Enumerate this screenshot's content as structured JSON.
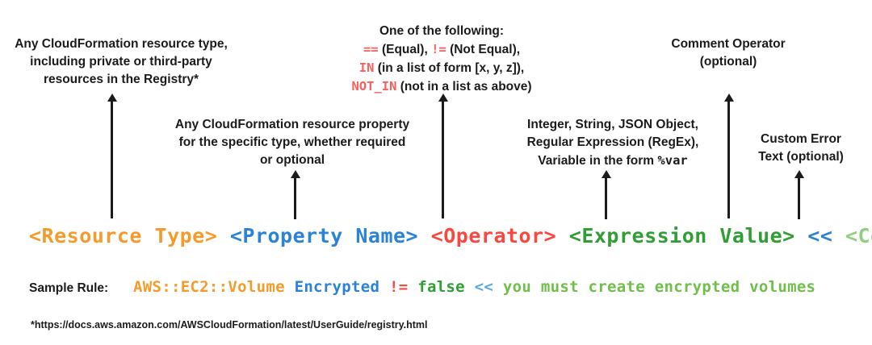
{
  "callouts": {
    "resource_type": {
      "lines": [
        "Any CloudFormation resource type,",
        "including private or third-party",
        "resources in the Registry*"
      ]
    },
    "property_name": {
      "lines": [
        "Any CloudFormation resource property",
        "for the specific type, whether required",
        "or optional"
      ]
    },
    "operator": {
      "heading": "One of the following:",
      "rows": [
        {
          "op": "==",
          "desc": "(Equal),",
          "op2": "!=",
          "desc2": "(Not Equal),"
        },
        {
          "op": "IN",
          "desc": "(in a list of form [x, y, z]),"
        },
        {
          "op": "NOT_IN",
          "desc": "(not in a list as above)"
        }
      ]
    },
    "expression_value": {
      "lines": [
        "Integer, String, JSON Object,",
        "Regular Expression (RegEx),"
      ],
      "line3_prefix": "Variable in the form ",
      "line3_mono": "%var"
    },
    "comment_operator": {
      "lines": [
        "Comment Operator",
        "(optional)"
      ]
    },
    "custom_error": {
      "lines": [
        "Custom Error",
        "Text (optional)"
      ]
    }
  },
  "syntax": {
    "resource_type": "<Resource Type>",
    "property_name": "<Property Name>",
    "operator": "<Operator>",
    "expression_value": "<Expression Value>",
    "comment_operator": "<<",
    "comment": "<Comment>"
  },
  "sample": {
    "label": "Sample Rule:",
    "resource_type": "AWS::EC2::Volume",
    "property_name": "Encrypted",
    "operator": "!=",
    "value": "false",
    "comment_operator": "<<",
    "comment": "you must create encrypted volumes"
  },
  "footnote": "*https://docs.aws.amazon.com/AWSCloudFormation/latest/UserGuide/registry.html",
  "colors": {
    "resource_type": "#f59b2c",
    "property_name": "#2b83d6",
    "operator": "#f8483f",
    "expression_value": "#2f9e34",
    "comment_operator": "#2b83d6",
    "comment": "#8ed07e",
    "operator_callout_red": "#fb5d5d",
    "text": "#1b1b1b"
  }
}
